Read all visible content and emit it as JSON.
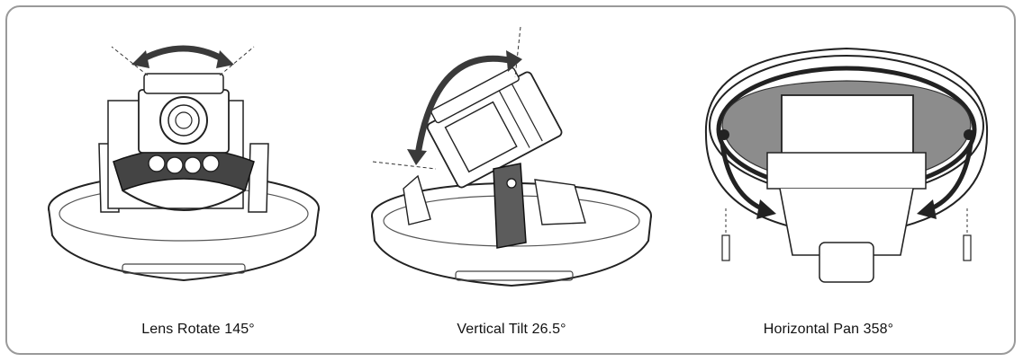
{
  "captions": {
    "rotate": "Lens Rotate 145°",
    "tilt": "Vertical Tilt 26.5°",
    "pan": "Horizontal Pan 358°"
  },
  "colors": {
    "outline": "#222222",
    "arrow": "#3a3a3a",
    "dark_bracket": "#5c5c5c",
    "shell_inner": "#8c8c8c",
    "frame": "#9a9a9a"
  },
  "icons": [
    "curved-double-arrow-icon",
    "curved-double-arrow-icon",
    "curved-double-arrow-icon"
  ]
}
